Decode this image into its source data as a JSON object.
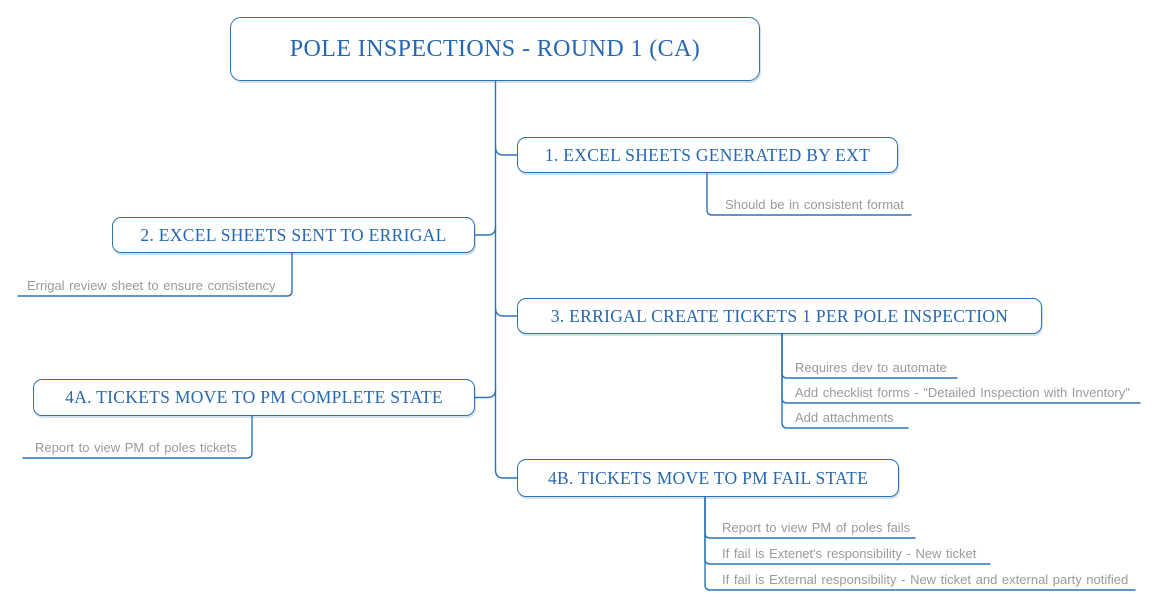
{
  "colors": {
    "line": "#2E74B5",
    "node-text": "#2667B2",
    "leaf-text": "#9A9A9A",
    "canvas-bg": "#FFFFFF",
    "node-bg": "#FFFFFF"
  },
  "mindmap": {
    "root": {
      "label": "POLE INSPECTIONS - ROUND 1 (CA)"
    },
    "branches": [
      {
        "label": "1. EXCEL SHEETS GENERATED BY EXT",
        "side": "right",
        "children": [
          "Should be in consistent format"
        ]
      },
      {
        "label": "2. EXCEL SHEETS SENT TO ERRIGAL",
        "side": "left",
        "children": [
          "Errigal review sheet to ensure consistency"
        ]
      },
      {
        "label": "3. ERRIGAL CREATE TICKETS 1 PER POLE INSPECTION",
        "side": "right",
        "children": [
          "Requires dev to automate",
          "Add checklist forms - \"Detailed Inspection with Inventory\"",
          "Add attachments"
        ]
      },
      {
        "label": "4A. TICKETS MOVE TO PM COMPLETE STATE",
        "side": "left",
        "children": [
          "Report to view PM of poles tickets"
        ]
      },
      {
        "label": "4B. TICKETS MOVE TO PM FAIL STATE",
        "side": "right",
        "children": [
          "Report to view PM of poles fails",
          "If fail is Extenet's responsibility - New ticket",
          "If fail is External responsibility - New ticket and external party notified"
        ]
      }
    ]
  }
}
